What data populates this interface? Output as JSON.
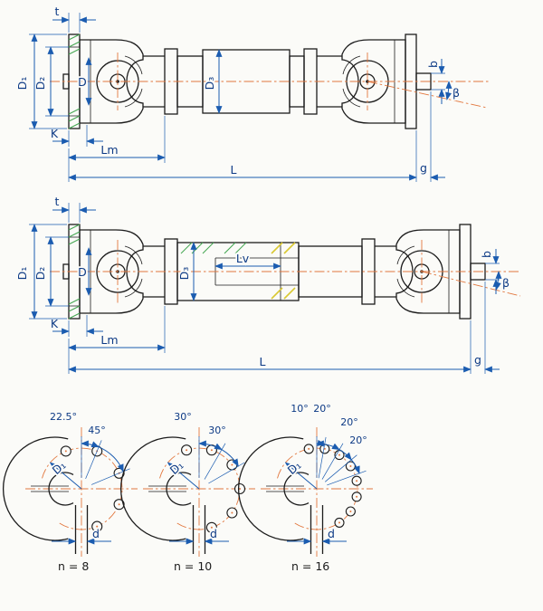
{
  "colors": {
    "outline": "#1c1c1c",
    "dimension_blue": "#1b5cb0",
    "centerline_orange": "#e2773e",
    "hatch_green": "#43a651",
    "hatch_yellow": "#d9c832",
    "label_blue": "#0d3a85"
  },
  "shaft_compact": {
    "t": "t",
    "D1": "D₁",
    "D2": "D₂",
    "D": "D",
    "D3": "D₃",
    "b": "b",
    "beta": "β",
    "K": "K",
    "Lm": "Lm",
    "L": "L",
    "g": "g"
  },
  "shaft_extended": {
    "t": "t",
    "D1": "D₁",
    "D2": "D₂",
    "D": "D",
    "D3": "D₃",
    "Lv": "Lv",
    "b": "b",
    "beta": "β",
    "K": "K",
    "Lm": "Lm",
    "L": "L",
    "g": "g"
  },
  "flange_patterns": [
    {
      "angles": [
        "22.5°",
        "45°"
      ],
      "bolt_circle": "D₁",
      "hole_diameter": "d",
      "hole_count": "n = 8"
    },
    {
      "angles": [
        "30°",
        "30°"
      ],
      "bolt_circle": "D₁",
      "hole_diameter": "d",
      "hole_count": "n = 10"
    },
    {
      "angles": [
        "10°",
        "20°",
        "20°",
        "20°"
      ],
      "bolt_circle": "D₁",
      "hole_diameter": "d",
      "hole_count": "n = 16"
    }
  ]
}
